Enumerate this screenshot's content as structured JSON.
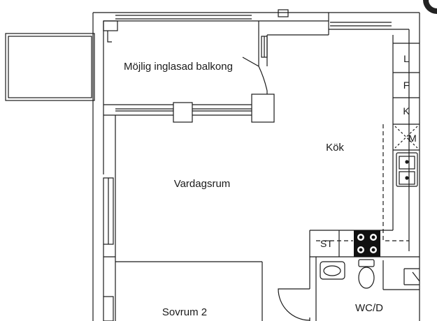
{
  "rooms": {
    "balcony": "Möjlig inglasad balkong",
    "kitchen": "Kök",
    "living": "Vardagsrum",
    "bedroom": "Sovrum 2",
    "wc": "WC/D"
  },
  "fixtures": {
    "fridge": "L",
    "freezer": "F",
    "cabinet": "K",
    "dishwasher": "M",
    "wardrobe": "ST"
  },
  "colors": {
    "line": "#1a1a1a",
    "background": "#ffffff",
    "stove": "#111111"
  }
}
